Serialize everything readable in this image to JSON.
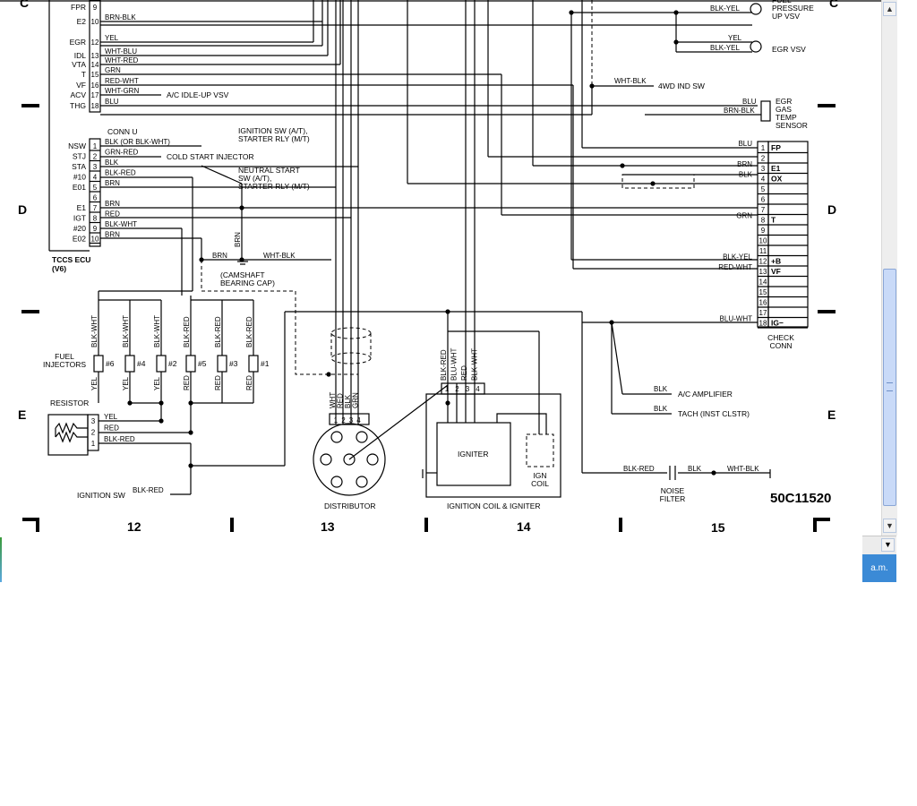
{
  "diagram": {
    "drawing_id": "50C11520",
    "grid": {
      "rows": [
        "C",
        "D",
        "E"
      ],
      "columns": [
        "12",
        "13",
        "14",
        "15"
      ]
    },
    "ecu": {
      "name": "TCCS ECU\n(V6)",
      "conn_u_label": "CONN U",
      "upper_pins": [
        {
          "term": "FPR",
          "num": "9",
          "wire": ""
        },
        {
          "term": "E2",
          "num": "10",
          "wire": "BRN-BLK"
        },
        {
          "term": "EGR",
          "num": "12",
          "wire": "YEL"
        },
        {
          "term": "IDL",
          "num": "13",
          "wire": "WHT-BLU"
        },
        {
          "term": "VTA",
          "num": "14",
          "wire": "WHT-RED"
        },
        {
          "term": "T",
          "num": "15",
          "wire": "GRN"
        },
        {
          "term": "VF",
          "num": "16",
          "wire": "RED-WHT"
        },
        {
          "term": "ACV",
          "num": "17",
          "wire": "WHT-GRN"
        },
        {
          "term": "THG",
          "num": "18",
          "wire": "BLU"
        }
      ],
      "lower_pins": [
        {
          "term": "NSW",
          "num": "1",
          "wire": "BLK (OR BLK-WHT)"
        },
        {
          "term": "STJ",
          "num": "2",
          "wire": "GRN-RED"
        },
        {
          "term": "STA",
          "num": "3",
          "wire": "BLK"
        },
        {
          "term": "#10",
          "num": "4",
          "wire": "BLK-RED"
        },
        {
          "term": "E01",
          "num": "5",
          "wire": "BRN"
        },
        {
          "term": "",
          "num": "6",
          "wire": ""
        },
        {
          "term": "E1",
          "num": "7",
          "wire": "BRN"
        },
        {
          "term": "IGT",
          "num": "8",
          "wire": "RED"
        },
        {
          "term": "#20",
          "num": "9",
          "wire": "BLK-WHT"
        },
        {
          "term": "E02",
          "num": "10",
          "wire": "BRN"
        }
      ]
    },
    "components": {
      "ac_idle_up": "A/C IDLE-UP VSV",
      "ignition_sw_starter": "IGNITION SW (A/T),\nSTARTER RLY (M/T)",
      "cold_start": "COLD START INJECTOR",
      "neutral_start": "NEUTRAL START\nSW (A/T),\nSTARTER RLY (M/T)",
      "camshaft": "(CAMSHAFT\nBEARING CAP)",
      "fuel_injectors": "FUEL\nINJECTORS",
      "resistor": "RESISTOR",
      "ignition_sw": "IGNITION SW",
      "distributor": "DISTRIBUTOR",
      "coil_igniter": "IGNITION COIL & IGNITER",
      "igniter": "IGNITER",
      "ign_coil": "IGN\nCOIL",
      "noise_filter": "NOISE\nFILTER",
      "fuel_pressure_vsv": "FUEL\nPRESSURE\nUP VSV",
      "egr_vsv": "EGR VSV",
      "ind_4wd": "4WD IND SW",
      "egr_gas_temp": "EGR\nGAS\nTEMP\nSENSOR",
      "ac_amplifier": "A/C AMPLIFIER",
      "tach": "TACH (INST CLSTR)",
      "check_conn": "CHECK\nCONN"
    },
    "injectors": [
      {
        "label": "#6",
        "top_wire": "BLK-WHT",
        "bottom_wire": "YEL"
      },
      {
        "label": "#4",
        "top_wire": "BLK-WHT",
        "bottom_wire": "YEL"
      },
      {
        "label": "#2",
        "top_wire": "BLK-WHT",
        "bottom_wire": "YEL"
      },
      {
        "label": "#5",
        "top_wire": "BLK-RED",
        "bottom_wire": "RED"
      },
      {
        "label": "#3",
        "top_wire": "BLK-RED",
        "bottom_wire": "RED"
      },
      {
        "label": "#1",
        "top_wire": "BLK-RED",
        "bottom_wire": "RED"
      }
    ],
    "resistor_pins": [
      {
        "num": "3",
        "wire": "YEL"
      },
      {
        "num": "2",
        "wire": "RED"
      },
      {
        "num": "1",
        "wire": "BLK-RED"
      }
    ],
    "distributor_pins": [
      {
        "num": "1",
        "wire": "WHT"
      },
      {
        "num": "2",
        "wire": "RED"
      },
      {
        "num": "3",
        "wire": "BLK"
      },
      {
        "num": "4",
        "wire": "GRN"
      }
    ],
    "igniter_pins": [
      {
        "num": "1",
        "wire": "BLK-RED"
      },
      {
        "num": "2",
        "wire": "BLU-WHT"
      },
      {
        "num": "3",
        "wire": "RED"
      },
      {
        "num": "4",
        "wire": "BLK-WHT"
      }
    ],
    "check_conn_pins": [
      {
        "num": "1",
        "term": "FP",
        "wire": "BLU"
      },
      {
        "num": "2",
        "term": "",
        "wire": ""
      },
      {
        "num": "3",
        "term": "E1",
        "wire": "BRN"
      },
      {
        "num": "4",
        "term": "OX",
        "wire": "BLK"
      },
      {
        "num": "5",
        "term": "",
        "wire": ""
      },
      {
        "num": "6",
        "term": "",
        "wire": ""
      },
      {
        "num": "7",
        "term": "",
        "wire": ""
      },
      {
        "num": "8",
        "term": "T",
        "wire": "GRN"
      },
      {
        "num": "9",
        "term": "",
        "wire": ""
      },
      {
        "num": "10",
        "term": "",
        "wire": ""
      },
      {
        "num": "11",
        "term": "",
        "wire": ""
      },
      {
        "num": "12",
        "term": "+B",
        "wire": "BLK-YEL"
      },
      {
        "num": "13",
        "term": "VF",
        "wire": "RED-WHT"
      },
      {
        "num": "14",
        "term": "",
        "wire": ""
      },
      {
        "num": "15",
        "term": "",
        "wire": ""
      },
      {
        "num": "16",
        "term": "",
        "wire": ""
      },
      {
        "num": "17",
        "term": "",
        "wire": ""
      },
      {
        "num": "18",
        "term": "IG−",
        "wire": "BLU-WHT"
      }
    ],
    "wires": {
      "brn_cam": "BRN",
      "brn_vert": "BRN",
      "wht_blk_cam": "WHT-BLK",
      "wht_blk_4wd": "WHT-BLK",
      "blk_yel_fuel": "BLK-YEL",
      "yel_egr": "YEL",
      "blk_yel_egr": "BLK-YEL",
      "blu_egrgas": "BLU",
      "brn_blk_egrgas": "BRN-BLK",
      "blk_ac": "BLK",
      "blk_tach": "BLK",
      "blk_red_noise": "BLK-RED",
      "blk_noise": "BLK",
      "wht_blk_noise": "WHT-BLK",
      "blk_red_ign": "BLK-RED"
    }
  },
  "ui": {
    "scroll_up": "▲",
    "scroll_down": "▼",
    "scroll_down_small": "▼",
    "clock": "a.m."
  },
  "colors": {
    "background": "#ffffff",
    "ink": "#000000",
    "scroll_thumb": "#c9daf8",
    "taskbar": "#3b8ad6"
  }
}
